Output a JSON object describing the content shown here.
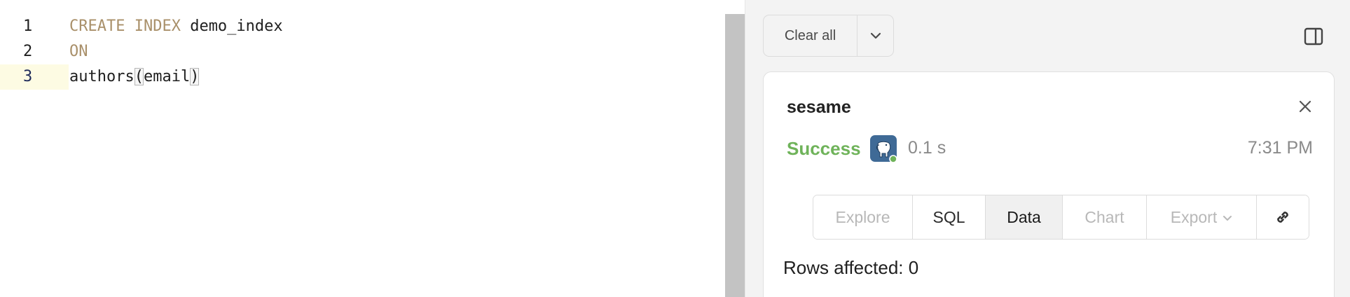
{
  "editor": {
    "lines": [
      {
        "number": "1",
        "tokens": [
          {
            "text": "CREATE INDEX",
            "kind": "keyword"
          },
          {
            "text": " demo_index",
            "kind": "plain"
          }
        ]
      },
      {
        "number": "2",
        "tokens": [
          {
            "text": "ON",
            "kind": "keyword"
          }
        ]
      },
      {
        "number": "3",
        "active": true,
        "tokens": [
          {
            "text": "authors",
            "kind": "plain"
          },
          {
            "text": "(",
            "kind": "bracket"
          },
          {
            "text": "email",
            "kind": "plain"
          },
          {
            "text": ")",
            "kind": "bracket"
          }
        ]
      }
    ],
    "colors": {
      "keyword": "#a9906a",
      "active_line": "#fdfbe3"
    }
  },
  "results": {
    "clear_all_label": "Clear all",
    "clear_menu_icon": "chevron-down-icon",
    "panel_toggle_icon": "sidebar-panel-icon",
    "card": {
      "title": "sesame",
      "close_icon": "close-icon",
      "status": "Success",
      "status_color": "#6fb35a",
      "db_icon": "postgresql-elephant-icon",
      "duration": "0.1 s",
      "time": "7:31 PM",
      "tabs": [
        {
          "label": "Explore",
          "state": "disabled"
        },
        {
          "label": "SQL",
          "state": "enabled"
        },
        {
          "label": "Data",
          "state": "selected"
        },
        {
          "label": "Chart",
          "state": "disabled"
        },
        {
          "label": "Export",
          "state": "disabled"
        }
      ],
      "link_icon": "link-icon",
      "rows_affected": "Rows affected: 0"
    }
  }
}
